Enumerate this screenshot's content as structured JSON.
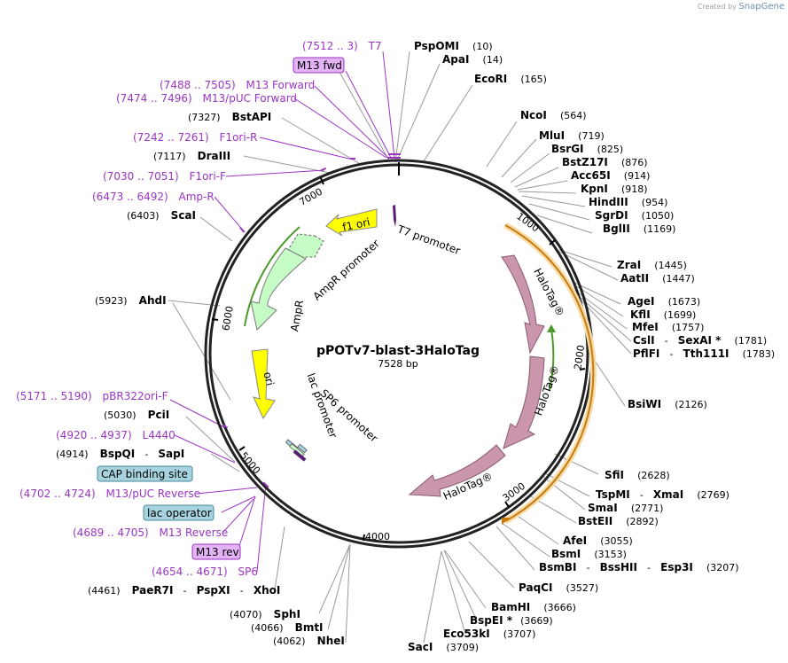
{
  "brand": {
    "created_by": "Created by",
    "name": "SnapGene"
  },
  "plasmid": {
    "name": "pPOTv7-blast-3HaloTag",
    "size": "7528 bp"
  },
  "ticks": [
    "1000",
    "2000",
    "3000",
    "4000",
    "5000",
    "6000",
    "7000"
  ],
  "features": {
    "t7_promoter": "T7 promoter",
    "f1_ori": "f1 ori",
    "ampr_promoter": "AmpR promoter",
    "ampr": "AmpR",
    "ori": "ori",
    "lac_promoter": "lac promoter",
    "sp6_promoter": "SP6 promoter",
    "halotag": "HaloTag®"
  },
  "sites": {
    "PspOMI": {
      "name": "PspOMI",
      "pos": "(10)"
    },
    "ApaI": {
      "name": "ApaI",
      "pos": "(14)"
    },
    "EcoRI": {
      "name": "EcoRI",
      "pos": "(165)"
    },
    "NcoI": {
      "name": "NcoI",
      "pos": "(564)"
    },
    "MluI": {
      "name": "MluI",
      "pos": "(719)"
    },
    "BsrGI": {
      "name": "BsrGI",
      "pos": "(825)"
    },
    "BstZ17I": {
      "name": "BstZ17I",
      "pos": "(876)"
    },
    "Acc65I": {
      "name": "Acc65I",
      "pos": "(914)"
    },
    "KpnI": {
      "name": "KpnI",
      "pos": "(918)"
    },
    "HindIII": {
      "name": "HindIII",
      "pos": "(954)"
    },
    "SgrDI": {
      "name": "SgrDI",
      "pos": "(1050)"
    },
    "BglII": {
      "name": "BglII",
      "pos": "(1169)"
    },
    "ZraI": {
      "name": "ZraI",
      "pos": "(1445)"
    },
    "AatII": {
      "name": "AatII",
      "pos": "(1447)"
    },
    "AgeI": {
      "name": "AgeI",
      "pos": "(1673)"
    },
    "KflI": {
      "name": "KflI",
      "pos": "(1699)"
    },
    "MfeI": {
      "name": "MfeI",
      "pos": "(1757)"
    },
    "CslI": {
      "name": "CslI",
      "sep": "-",
      "name2": "SexAI *",
      "pos": "(1781)"
    },
    "PflFI": {
      "name": "PflFI",
      "sep": "-",
      "name2": "Tth111I",
      "pos": "(1783)"
    },
    "BsiWI": {
      "name": "BsiWI",
      "pos": "(2126)"
    },
    "SfiI": {
      "name": "SfiI",
      "pos": "(2628)"
    },
    "TspMI": {
      "name": "TspMI",
      "sep": "-",
      "name2": "XmaI",
      "pos": "(2769)"
    },
    "SmaI": {
      "name": "SmaI",
      "pos": "(2771)"
    },
    "BstEII": {
      "name": "BstEII",
      "pos": "(2892)"
    },
    "AfeI": {
      "name": "AfeI",
      "pos": "(3055)"
    },
    "BsmI": {
      "name": "BsmI",
      "pos": "(3153)"
    },
    "BsmBI": {
      "name": "BsmBI",
      "sep": "-",
      "name2": "BssHII",
      "sep2": "-",
      "name3": "Esp3I",
      "pos": "(3207)"
    },
    "PaqCI": {
      "name": "PaqCI",
      "pos": "(3527)"
    },
    "BamHI": {
      "name": "BamHI",
      "pos": "(3666)"
    },
    "BspEI": {
      "name": "BspEI *",
      "pos": "(3669)"
    },
    "Eco53kI": {
      "name": "Eco53kI",
      "pos": "(3707)"
    },
    "SacI": {
      "name": "SacI",
      "pos": "(3709)"
    },
    "NheI": {
      "name": "NheI",
      "pos": "(4062)"
    },
    "BmtI": {
      "name": "BmtI",
      "pos": "(4066)"
    },
    "SphI": {
      "name": "SphI",
      "pos": "(4070)"
    },
    "PaeR7I": {
      "pos": "(4461)",
      "name": "PaeR7I",
      "sep": "-",
      "name2": "PspXI",
      "sep2": "-",
      "name3": "XhoI"
    },
    "BspQI": {
      "pos": "(4914)",
      "name": "BspQI",
      "sep": "-",
      "name2": "SapI"
    },
    "PciI": {
      "pos": "(5030)",
      "name": "PciI"
    },
    "AhdI": {
      "pos": "(5923)",
      "name": "AhdI"
    },
    "ScaI": {
      "pos": "(6403)",
      "name": "ScaI"
    },
    "DraIII": {
      "pos": "(7117)",
      "name": "DraIII"
    },
    "BstAPI": {
      "pos": "(7327)",
      "name": "BstAPI"
    }
  },
  "primers": {
    "T7": {
      "range": "(7512 .. 3)",
      "name": "T7"
    },
    "M13fwd_box": "M13 fwd",
    "M13Forward": {
      "range": "(7488 .. 7505)",
      "name": "M13 Forward"
    },
    "M13pUCForward": {
      "range": "(7474 .. 7496)",
      "name": "M13/pUC Forward"
    },
    "F1oriR": {
      "range": "(7242 .. 7261)",
      "name": "F1ori-R"
    },
    "F1oriF": {
      "range": "(7030 .. 7051)",
      "name": "F1ori-F"
    },
    "AmpR": {
      "range": "(6473 .. 6492)",
      "name": "Amp-R"
    },
    "pBR322ori": {
      "range": "(5171 .. 5190)",
      "name": "pBR322ori-F"
    },
    "L4440": {
      "range": "(4920 .. 4937)",
      "name": "L4440"
    },
    "M13pUCReverse": {
      "range": "(4702 .. 4724)",
      "name": "M13/pUC Reverse"
    },
    "M13Reverse": {
      "range": "(4689 .. 4705)",
      "name": "M13 Reverse"
    },
    "M13rev_box": "M13 rev",
    "SP6": {
      "range": "(4654 .. 4671)",
      "name": "SP6"
    }
  },
  "boxes": {
    "cap": "CAP binding site",
    "lac_operator": "lac operator"
  },
  "colors": {
    "backbone": "#222222",
    "primer": "#9b35c4",
    "primer_box": "#e4b3f5",
    "halotag": "#c996ac",
    "yellow_feature": "#ffff00",
    "green_feature": "#c6fcc6",
    "orange_arc": "#e89a2d",
    "misc_box": "#a6d3df"
  }
}
